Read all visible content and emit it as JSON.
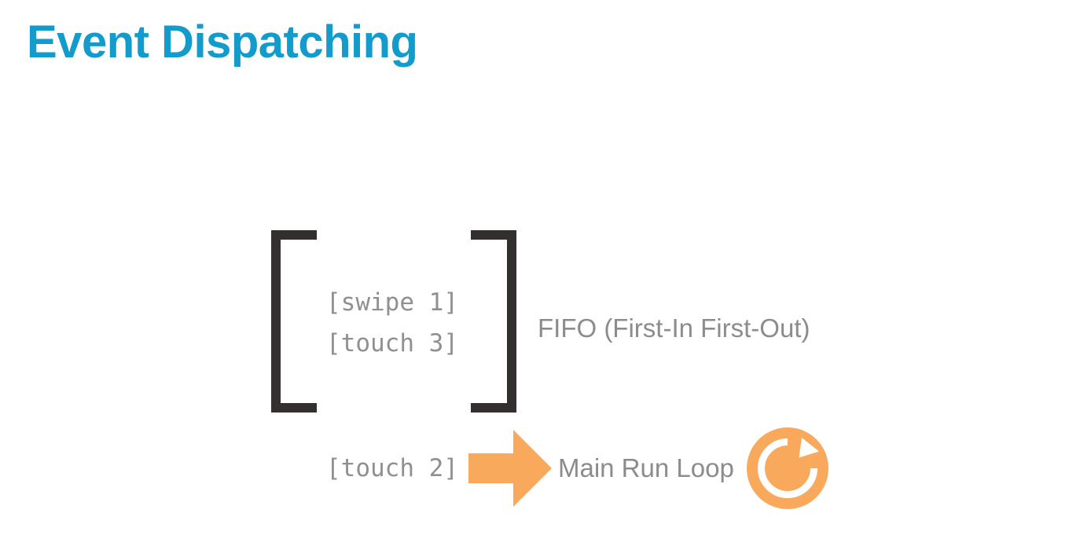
{
  "slide": {
    "title": "Event Dispatching",
    "background_color": "#ffffff",
    "title_color": "#129BCB"
  },
  "queue": {
    "bracket_color": "#332F2F",
    "events": [
      {
        "label": "[swipe 1]"
      },
      {
        "label": "[touch 3]"
      }
    ],
    "caption": "FIFO (First-In First-Out)",
    "caption_color": "#8D8C8C"
  },
  "dispatch": {
    "event": "[touch 2]",
    "arrow_icon": "arrow-right-icon",
    "target_label": "Main Run Loop",
    "loop_icon": "refresh-circle-icon",
    "accent_color": "#F9A95C",
    "text_color": "#8D8C8C"
  }
}
